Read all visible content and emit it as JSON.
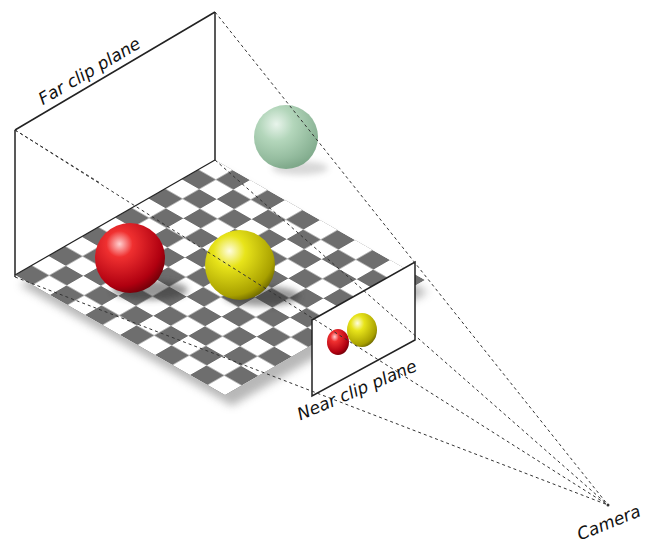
{
  "diagram": {
    "labels": [
      "Far clip plane",
      "Near clip plane",
      "Camera"
    ]
  }
}
